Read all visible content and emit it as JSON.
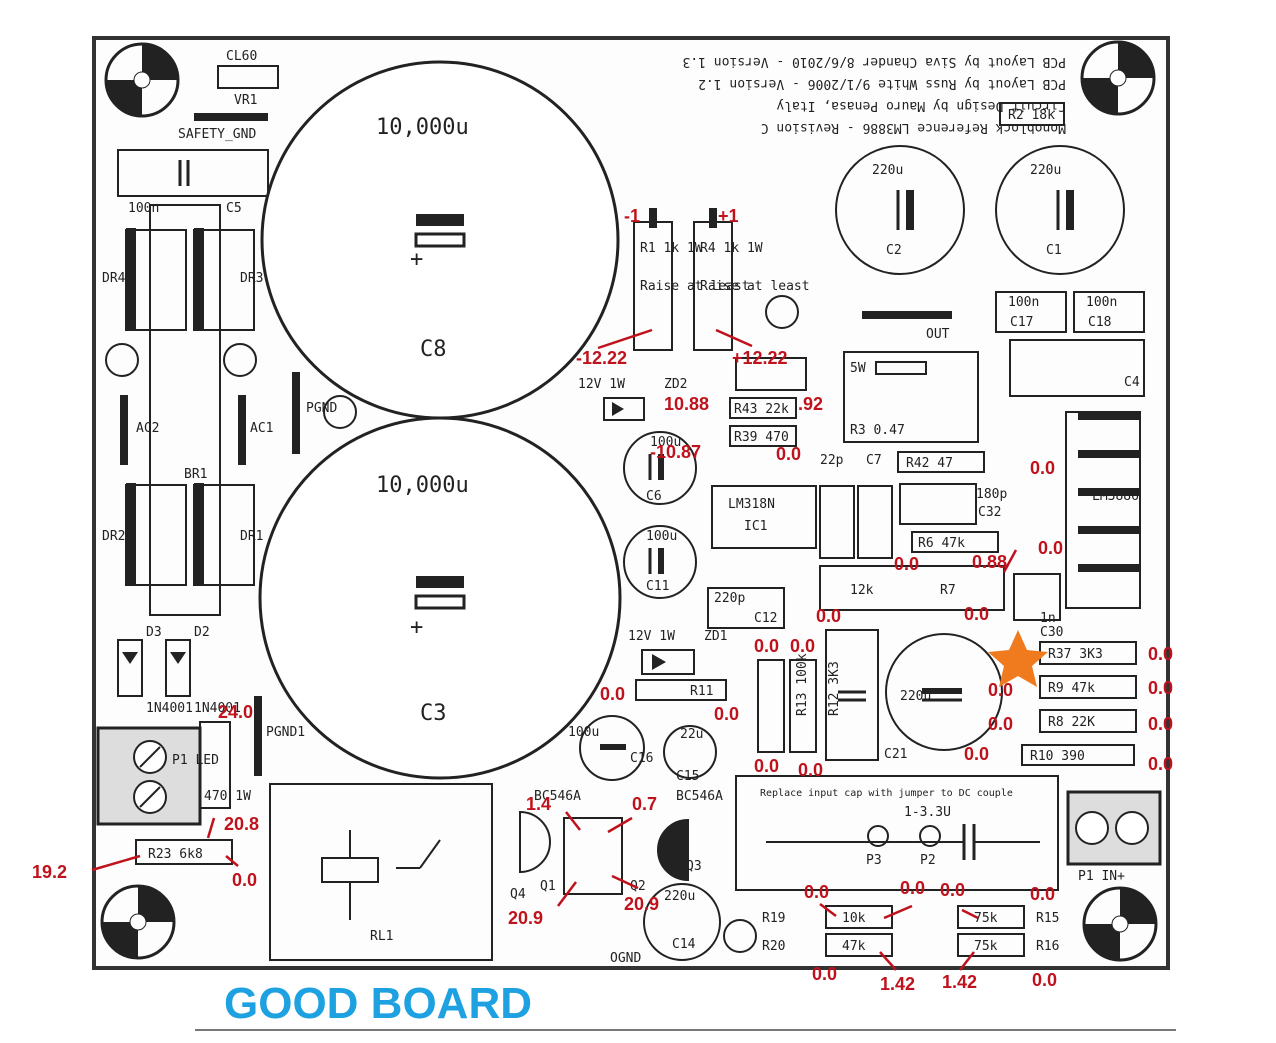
{
  "board": {
    "title": "GOOD BOARD",
    "colors": {
      "measurement": "#c0121c",
      "title": "#1da1e0",
      "star": "#f07a1e",
      "silkscreen": "#222222"
    },
    "header_lines": [
      "PCB Layout by Siva Chander 8/6/2010 - Version 1.3",
      "PCB Layout by Russ White 9/1/2006 - Version 1.2",
      "Circuit Design by Mauro Penasa, Italy",
      "Monoblock Reference LM3886 - Revision C"
    ],
    "caps": {
      "c8": "10,000u",
      "c8_name": "C8",
      "c3": "10,000u",
      "c3_name": "C3",
      "c1": "220u",
      "c1_name": "C1",
      "c2": "220u",
      "c2_name": "C2",
      "c6": "100u",
      "c6_name": "C6",
      "c11": "100u",
      "c11_name": "C11",
      "c14": "220u",
      "c14_name": "C14",
      "c15": "22u",
      "c15_name": "C15",
      "c16": "100u",
      "c16_name": "C16",
      "c21": "220u",
      "c21_name": "C21",
      "c17": "100n",
      "c17_name": "C17",
      "c18": "100n",
      "c18_name": "C18",
      "c5": "100n",
      "c5_name": "C5",
      "c12": "220p",
      "c12_name": "C12",
      "c32": "180p",
      "c32_name": "C32",
      "c30": "1n",
      "c30_name": "C30",
      "c7": "22p",
      "c7_name": "C7"
    },
    "resistors": {
      "r1": "R1  1k  1W",
      "r4": "R4  1k  1W",
      "r1_note": "Raise at least",
      "r4_note": "Raise at least",
      "r2": "R2 18k",
      "r3": "R3  0.47",
      "r3_val": "5W",
      "r42": "R42 47",
      "r43": "R43 22k",
      "r39": "R39 470",
      "r6": "R6 47k",
      "r7": "R7",
      "r7_val": "12k",
      "r37": "R37 3K3",
      "r9": "R9 47k",
      "r8": "R8 22K",
      "r10": "R10 390",
      "r13": "R13 100k",
      "r12": "R12 3K3",
      "r11": "R11",
      "r19": "R19",
      "r19_val": "10k",
      "r20": "R20",
      "r20_val": "47k",
      "r15": "R15",
      "r15_val": "75k",
      "r16": "R16",
      "r16_val": "75k",
      "r23": "R23 6k8",
      "rled": "470 1W"
    },
    "parts": {
      "ic1": "LM318N",
      "ic1_name": "IC1",
      "lm3886": "LM3886",
      "dr1": "DR1",
      "dr2": "DR2",
      "dr3": "DR3",
      "dr4": "DR4",
      "d2": "D2",
      "d3": "D3",
      "d_part": "1N4001",
      "zd1": "ZD1",
      "zd2": "ZD2",
      "zd_val": "12V 1W",
      "q1": "Q1",
      "q2": "Q2",
      "q3": "Q3",
      "q4": "Q4",
      "q_part": "BC546A",
      "rl1": "RL1",
      "p1led": "P1 LED",
      "p1in": "P1 IN+",
      "p2": "P2",
      "p3": "P3",
      "vr1": "VR1",
      "cl60": "CL60",
      "safety_gnd": "SAFETY_GND",
      "pgnd": "PGND",
      "pgnd1": "PGND1",
      "ogn": "OGND",
      "out": "OUT",
      "ac1": "AC1",
      "ac2": "AC2",
      "br1": "BR1",
      "input_note": "Replace input cap with jumper to DC couple",
      "input_cap": "1-3.3U"
    },
    "measurements": {
      "m_neg1": "-1",
      "m_pos1": "+1",
      "m_neg1222": "-12.22",
      "m_pos1222": "+12.22",
      "m_1088": "10.88",
      "m_92": ".92",
      "m_1087": "-10.87",
      "m_00a": "0.0",
      "m_00b": "0.0",
      "m_00c": "0.0",
      "m_00d": "0.0",
      "m_088": "0.88",
      "m_00e": "0.0",
      "m_00f": "0.0",
      "m_00g": "0.0",
      "m_00h": "0.0",
      "m_00i": "0.0",
      "m_00j": "0.0",
      "m_00k": "0.0",
      "m_00l": "0.0",
      "m_00m": "0.0",
      "m_00n": "0.0",
      "m_00o": "0.0",
      "m_00p": "0.0",
      "m_00q": "0.0",
      "m_00r": "0.0",
      "m_00s": "0.0",
      "m_240": "24.0",
      "m_208": "20.8",
      "m_192": "19.2",
      "m_00t": "0.0",
      "m_14": "1.4",
      "m_07": "0.7",
      "m_209a": "20.9",
      "m_209b": "20.9",
      "m_00u": "0.0",
      "m_00v": "0.0",
      "m_00w": "0.0",
      "m_00x": "0.0",
      "m_00y": "0.0",
      "m_142a": "1.42",
      "m_142b": "1.42",
      "m_00z": "0.0"
    }
  }
}
